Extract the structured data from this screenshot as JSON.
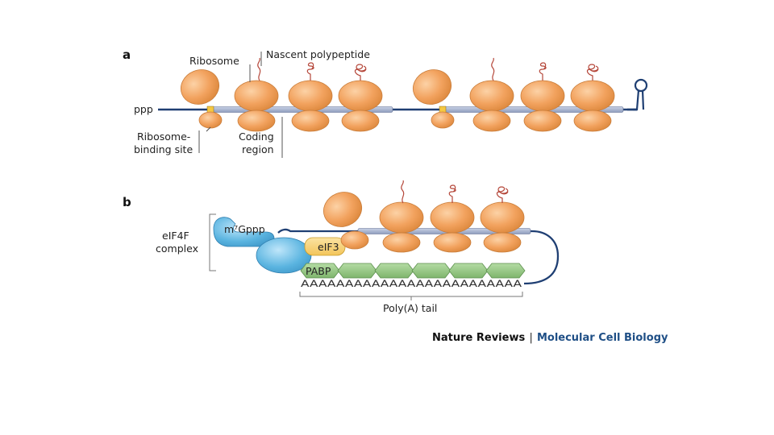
{
  "panel_a": {
    "letter": "a",
    "labels": {
      "ppp": "ppp",
      "ribosome": "Ribosome",
      "nascent_polypeptide": "Nascent polypeptide",
      "rbs_line1": "Ribosome-",
      "rbs_line2": "binding site",
      "coding_line1": "Coding",
      "coding_line2": "region"
    }
  },
  "panel_b": {
    "letter": "b",
    "labels": {
      "eif4f_line1": "eIF4F",
      "eif4f_line2": "complex",
      "cap": "m⁷Gppp",
      "eif3": "eIF3",
      "pabp": "PABP",
      "poly_a_sequence": "AAAAAAAAAAAAAAAAAAAAAAAAA",
      "poly_a_tail": "Poly(A) tail"
    }
  },
  "credit": {
    "journal": "Nature Reviews",
    "separator": "|",
    "section": "Molecular Cell Biology"
  },
  "colors": {
    "ribosome": "#f2a25e",
    "mrna": "#1f3f73",
    "coding_region": "#a8b4d0",
    "eif4f": "#5ab4e0",
    "eif3": "#f7cf6c",
    "pabp": "#8fc47e",
    "rbs": "#f5c842",
    "credit_blue": "#1f4f86"
  }
}
